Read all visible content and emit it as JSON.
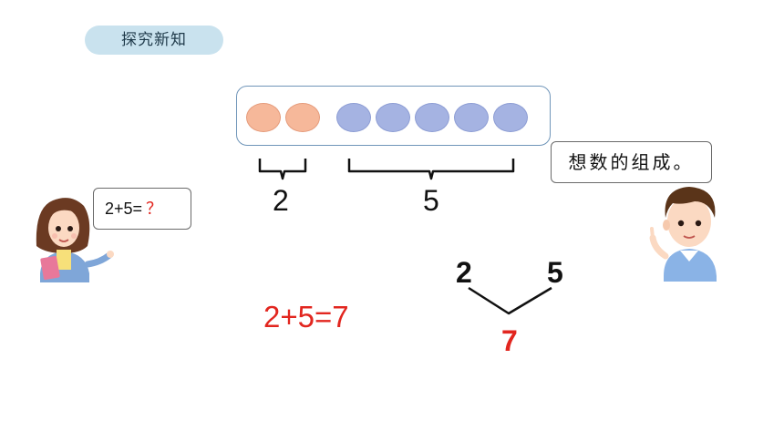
{
  "section_label": "探究新知",
  "groups": {
    "left_count": "2",
    "right_count": "5"
  },
  "girl_bubble": {
    "expression": "2+5=",
    "unknown": "？"
  },
  "boy_bubble": {
    "text": "想数的组成。"
  },
  "answer_equation": "2+5=7",
  "number_bond": {
    "left": "2",
    "right": "5",
    "total": "7"
  },
  "colors": {
    "orange_dot": "#f6b89a",
    "blue_dot": "#a5b3e2",
    "answer": "#e2261f",
    "pill": "#c9e2ee"
  },
  "dots": {
    "orange": 2,
    "blue": 5
  }
}
